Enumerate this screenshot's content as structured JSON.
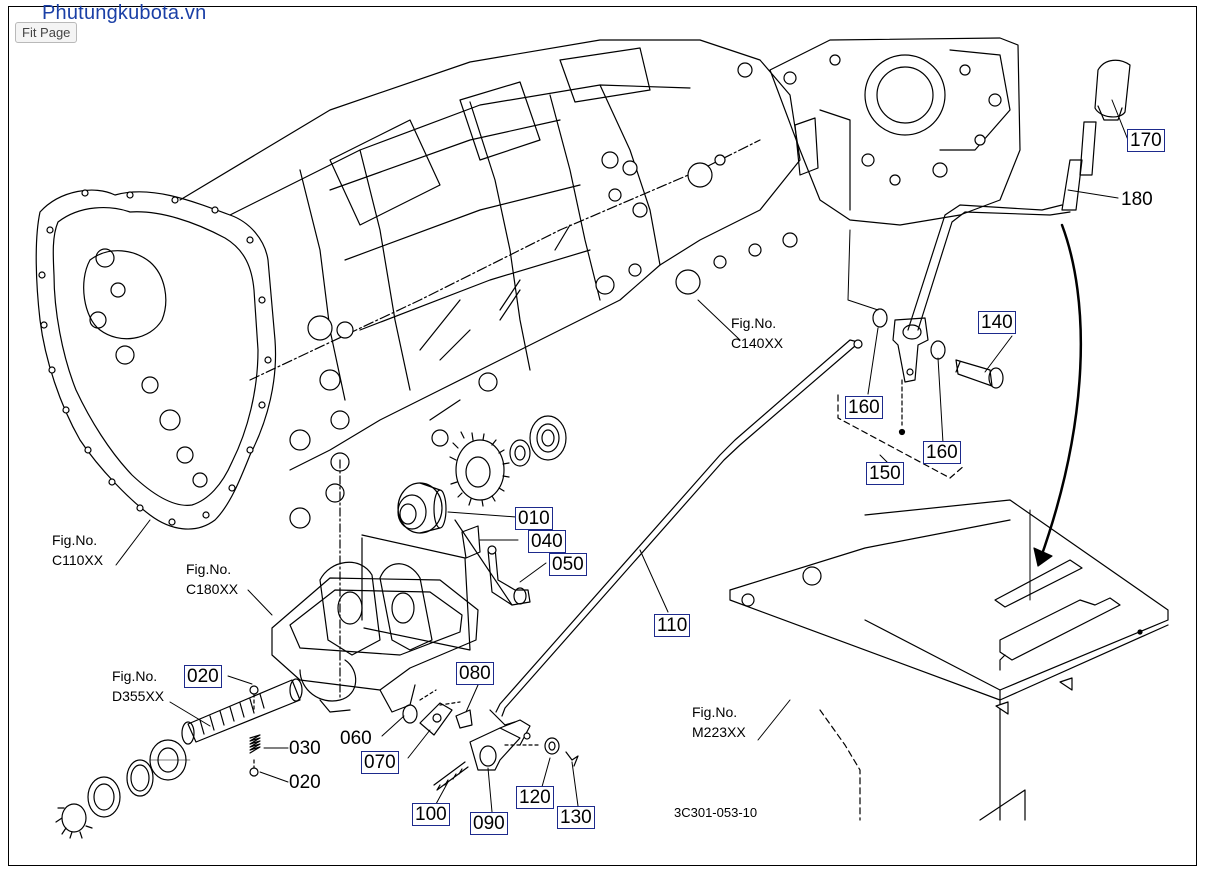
{
  "header": {
    "watermark": "Phutungkubota.vn",
    "fit_page_label": "Fit Page"
  },
  "diagram": {
    "drawing_number": "3C301-053-10",
    "part_labels": {
      "p170": "170",
      "p180": "180",
      "p140": "140",
      "p160a": "160",
      "p160b": "160",
      "p150": "150",
      "p010": "010",
      "p040": "040",
      "p050": "050",
      "p110": "110",
      "p020a": "020",
      "p030": "030",
      "p020b": "020",
      "p080": "080",
      "p060": "060",
      "p070": "070",
      "p100": "100",
      "p090": "090",
      "p120": "120",
      "p130": "130"
    },
    "figure_refs": {
      "c140": {
        "line1": "Fig.No.",
        "line2": "C140XX"
      },
      "c110": {
        "line1": "Fig.No.",
        "line2": "C110XX"
      },
      "c180": {
        "line1": "Fig.No.",
        "line2": "C180XX"
      },
      "d355": {
        "line1": "Fig.No.",
        "line2": "D355XX"
      },
      "m223": {
        "line1": "Fig.No.",
        "line2": "M223XX"
      }
    }
  },
  "colors": {
    "label_border": "#1d2a8c",
    "watermark": "#1a3fa6",
    "line": "#000000"
  }
}
